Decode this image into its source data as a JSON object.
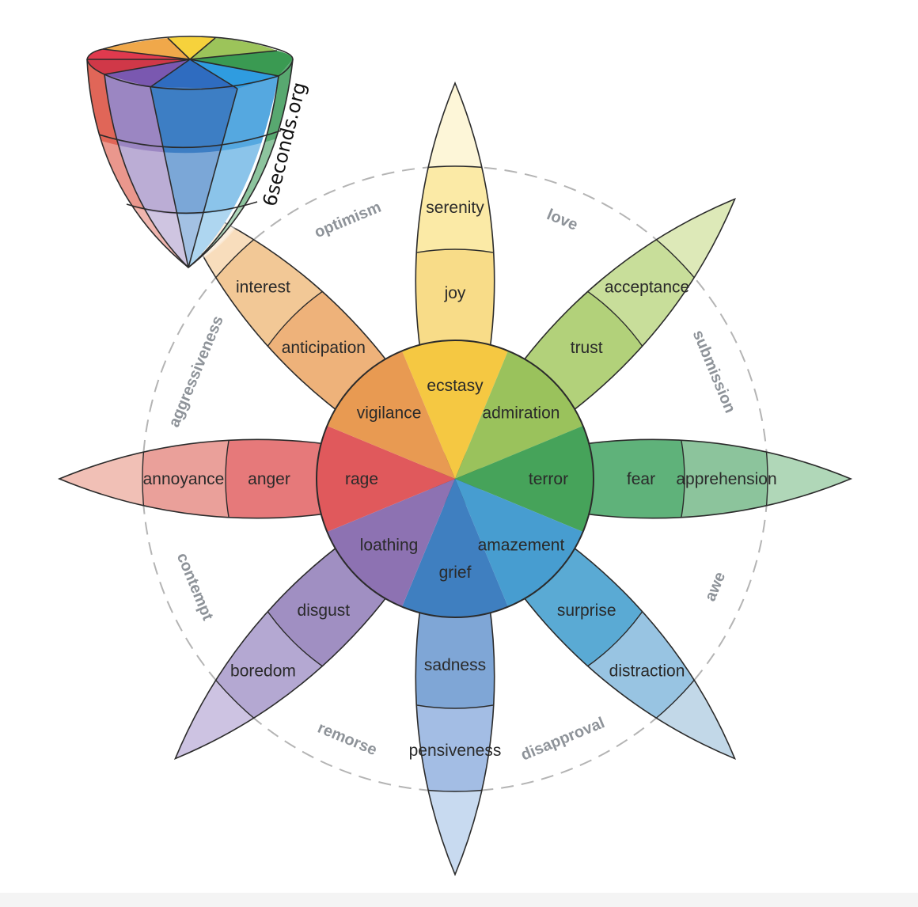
{
  "petals": [
    {
      "key": "joy",
      "intense": "ecstasy",
      "basic": "joy",
      "mild": "serenity",
      "colors": {
        "intense": "#f5c842",
        "basic": "#f8dc88",
        "mild": "#fbeaa6",
        "tip": "#fdf6d8"
      }
    },
    {
      "key": "trust",
      "intense": "admiration",
      "basic": "trust",
      "mild": "acceptance",
      "colors": {
        "intense": "#9ac25c",
        "basic": "#b2d17a",
        "mild": "#c8de9a",
        "tip": "#dde9b8"
      }
    },
    {
      "key": "fear",
      "intense": "terror",
      "basic": "fear",
      "mild": "apprehension",
      "colors": {
        "intense": "#46a35a",
        "basic": "#5fb27a",
        "mild": "#8cc49c",
        "tip": "#b0d7b8"
      }
    },
    {
      "key": "surprise",
      "intense": "amazement",
      "basic": "surprise",
      "mild": "distraction",
      "colors": {
        "intense": "#479dd0",
        "basic": "#5aaad4",
        "mild": "#98c4e2",
        "tip": "#c2d8e8"
      }
    },
    {
      "key": "sadness",
      "intense": "grief",
      "basic": "sadness",
      "mild": "pensiveness",
      "colors": {
        "intense": "#3f7fc0",
        "basic": "#7fa6d6",
        "mild": "#a3bde4",
        "tip": "#c8daf0"
      }
    },
    {
      "key": "disgust",
      "intense": "loathing",
      "basic": "disgust",
      "mild": "boredom",
      "colors": {
        "intense": "#8d72b2",
        "basic": "#a08fc2",
        "mild": "#b4a8d2",
        "tip": "#cdc3e2"
      }
    },
    {
      "key": "anger",
      "intense": "rage",
      "basic": "anger",
      "mild": "annoyance",
      "colors": {
        "intense": "#e0595c",
        "basic": "#e6797a",
        "mild": "#eaa09a",
        "tip": "#f1c0b6"
      }
    },
    {
      "key": "anticipation",
      "intense": "vigilance",
      "basic": "anticipation",
      "mild": "interest",
      "colors": {
        "intense": "#e89a52",
        "basic": "#eeb27a",
        "mild": "#f2c896",
        "tip": "#f8ddbc"
      }
    }
  ],
  "dyads": [
    {
      "label": "love"
    },
    {
      "label": "submission"
    },
    {
      "label": "awe"
    },
    {
      "label": "disapproval"
    },
    {
      "label": "remorse"
    },
    {
      "label": "contempt"
    },
    {
      "label": "aggressiveness"
    },
    {
      "label": "optimism"
    }
  ],
  "brand": "6seconds.org",
  "colors": {
    "outline": "#2b2b2b",
    "dashed_ring": "#b4b4b4",
    "dyad_text": "#8e9399"
  }
}
